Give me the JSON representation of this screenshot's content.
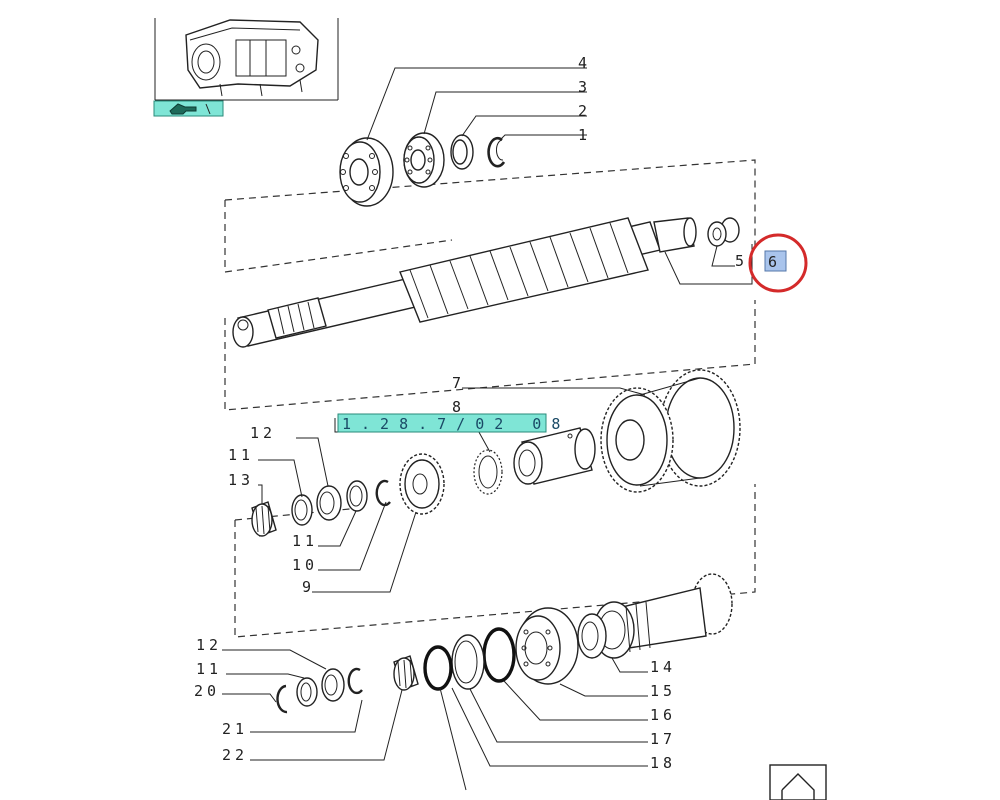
{
  "diagram": {
    "reference_tag": "1.28.7/02 08",
    "selected_label": "6",
    "callouts": [
      {
        "id": "c1",
        "label": "1"
      },
      {
        "id": "c2",
        "label": "2"
      },
      {
        "id": "c3",
        "label": "3"
      },
      {
        "id": "c4",
        "label": "4"
      },
      {
        "id": "c5",
        "label": "5"
      },
      {
        "id": "c6",
        "label": "6"
      },
      {
        "id": "c7",
        "label": "7"
      },
      {
        "id": "c8",
        "label": "8"
      },
      {
        "id": "c9",
        "label": "9"
      },
      {
        "id": "c10",
        "label": "10"
      },
      {
        "id": "c11a",
        "label": "11"
      },
      {
        "id": "c11b",
        "label": "11"
      },
      {
        "id": "c12a",
        "label": "12"
      },
      {
        "id": "c13",
        "label": "13"
      },
      {
        "id": "c12b",
        "label": "12"
      },
      {
        "id": "c11c",
        "label": "11"
      },
      {
        "id": "c20",
        "label": "20"
      },
      {
        "id": "c21",
        "label": "21"
      },
      {
        "id": "c22",
        "label": "22"
      },
      {
        "id": "c14",
        "label": "14"
      },
      {
        "id": "c15",
        "label": "15"
      },
      {
        "id": "c16",
        "label": "16"
      },
      {
        "id": "c17",
        "label": "17"
      },
      {
        "id": "c18",
        "label": "18"
      }
    ],
    "colors": {
      "highlight": "#7fe5d6",
      "selection_fill": "#a9c4ec",
      "circle": "#d42a2a",
      "line": "#222222"
    },
    "icons": {
      "back": "hand-pointer-icon",
      "home": "house-outline-icon"
    }
  }
}
